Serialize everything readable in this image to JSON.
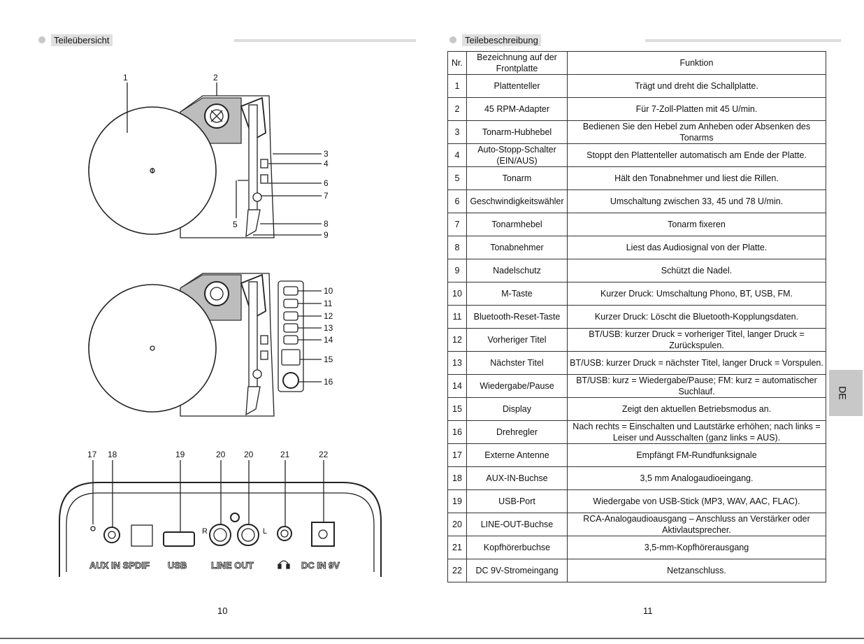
{
  "left_page": {
    "section_title": "Teileübersicht",
    "page_number": "10",
    "diagram1_callouts": [
      "1",
      "2",
      "3",
      "4",
      "5",
      "6",
      "7",
      "8",
      "9"
    ],
    "diagram2_callouts": [
      "10",
      "11",
      "12",
      "13",
      "14",
      "15",
      "16"
    ],
    "rear_callouts": [
      "17",
      "18",
      "19",
      "20",
      "20",
      "21",
      "22"
    ],
    "rear_labels": {
      "aux_spdif": "AUX IN SPDIF",
      "usb": "USB",
      "line_out": "LINE OUT",
      "dc_in": "DC IN 9V",
      "r": "R",
      "l": "L"
    }
  },
  "right_page": {
    "section_title": "Teilebeschreibung",
    "page_number": "11",
    "side_tab": "DE",
    "table": {
      "headers": [
        "Nr.",
        "Bezeichnung auf der Frontplatte",
        "Funktion"
      ],
      "rows": [
        {
          "nr": "1",
          "name": "Plattenteller",
          "func": "Trägt und dreht die Schallplatte."
        },
        {
          "nr": "2",
          "name": "45 RPM-Adapter",
          "func": "Für 7-Zoll-Platten mit 45 U/min."
        },
        {
          "nr": "3",
          "name": "Tonarm-Hubhebel",
          "func": "Bedienen Sie den Hebel zum Anheben oder Absenken des Tonarms"
        },
        {
          "nr": "4",
          "name": "Auto-Stopp-Schalter (EIN/AUS)",
          "func": "Stoppt den Plattenteller automatisch am Ende der Platte."
        },
        {
          "nr": "5",
          "name": "Tonarm",
          "func": "Hält den Tonabnehmer und liest die Rillen."
        },
        {
          "nr": "6",
          "name": "Geschwindigkeitswähler",
          "func": "Umschaltung zwischen 33, 45 und 78 U/min."
        },
        {
          "nr": "7",
          "name": "Tonarmhebel",
          "func": "Tonarm fixeren"
        },
        {
          "nr": "8",
          "name": "Tonabnehmer",
          "func": "Liest das Audiosignal von der Platte."
        },
        {
          "nr": "9",
          "name": "Nadelschutz",
          "func": "Schützt die Nadel."
        },
        {
          "nr": "10",
          "name": "M-Taste",
          "func": "Kurzer Druck: Umschaltung Phono, BT, USB, FM."
        },
        {
          "nr": "11",
          "name": "Bluetooth-Reset-Taste",
          "func": "Kurzer Druck: Löscht die Bluetooth-Kopplungsdaten."
        },
        {
          "nr": "12",
          "name": "Vorheriger Titel",
          "func": "BT/USB: kurzer Druck = vorheriger Titel, langer Druck = Zurückspulen."
        },
        {
          "nr": "13",
          "name": "Nächster Titel",
          "func": "BT/USB: kurzer Druck = nächster Titel, langer Druck = Vorspulen."
        },
        {
          "nr": "14",
          "name": "Wiedergabe/Pause",
          "func": "BT/USB: kurz = Wiedergabe/Pause; FM: kurz = automatischer Suchlauf."
        },
        {
          "nr": "15",
          "name": "Display",
          "func": "Zeigt den aktuellen Betriebsmodus an."
        },
        {
          "nr": "16",
          "name": "Drehregler",
          "func": "Nach rechts = Einschalten und Lautstärke erhöhen; nach links = Leiser und Ausschalten (ganz links = AUS)."
        },
        {
          "nr": "17",
          "name": "Externe Antenne",
          "func": "Empfängt FM-Rundfunksignale"
        },
        {
          "nr": "18",
          "name": "AUX-IN-Buchse",
          "func": "3,5 mm Analogaudioeingang."
        },
        {
          "nr": "19",
          "name": "USB-Port",
          "func": "Wiedergabe von USB-Stick (MP3, WAV, AAC, FLAC)."
        },
        {
          "nr": "20",
          "name": "LINE-OUT-Buchse",
          "func": "RCA-Analogaudioausgang – Anschluss an Verstärker oder Aktivlautsprecher."
        },
        {
          "nr": "21",
          "name": "Kopfhörerbuchse",
          "func": "3,5-mm-Kopfhörerausgang"
        },
        {
          "nr": "22",
          "name": "DC 9V-Stromeingang",
          "func": "Netzanschluss."
        }
      ]
    }
  }
}
